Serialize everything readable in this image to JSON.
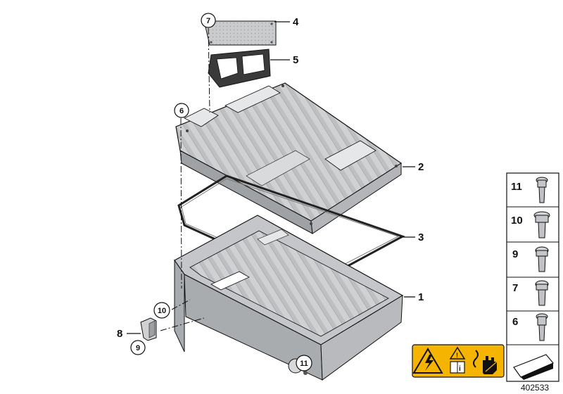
{
  "diagram": {
    "ref_number": "402533",
    "callouts": [
      {
        "id": "c4",
        "label": "4"
      },
      {
        "id": "c5",
        "label": "5"
      },
      {
        "id": "c2",
        "label": "2"
      },
      {
        "id": "c3",
        "label": "3"
      },
      {
        "id": "c1",
        "label": "1"
      },
      {
        "id": "c8",
        "label": "8"
      }
    ],
    "circled_callouts": [
      {
        "id": "cc7",
        "label": "7"
      },
      {
        "id": "cc6",
        "label": "6"
      },
      {
        "id": "cc10",
        "label": "10"
      },
      {
        "id": "cc9",
        "label": "9"
      },
      {
        "id": "cc11",
        "label": "11"
      }
    ],
    "fastener_panel": [
      {
        "label": "11"
      },
      {
        "label": "10"
      },
      {
        "label": "9"
      },
      {
        "label": "7"
      },
      {
        "label": "6"
      }
    ],
    "colors": {
      "part_fill": "#cfd1d3",
      "part_dark": "#9fa2a5",
      "part_light": "#e6e7e8",
      "warning_yellow": "#f5b400",
      "outline": "#111111"
    },
    "icons": [
      "high-voltage-warning-icon",
      "info-manual-icon",
      "protective-glove-icon",
      "screw-icon",
      "panel-corner-icon"
    ]
  }
}
